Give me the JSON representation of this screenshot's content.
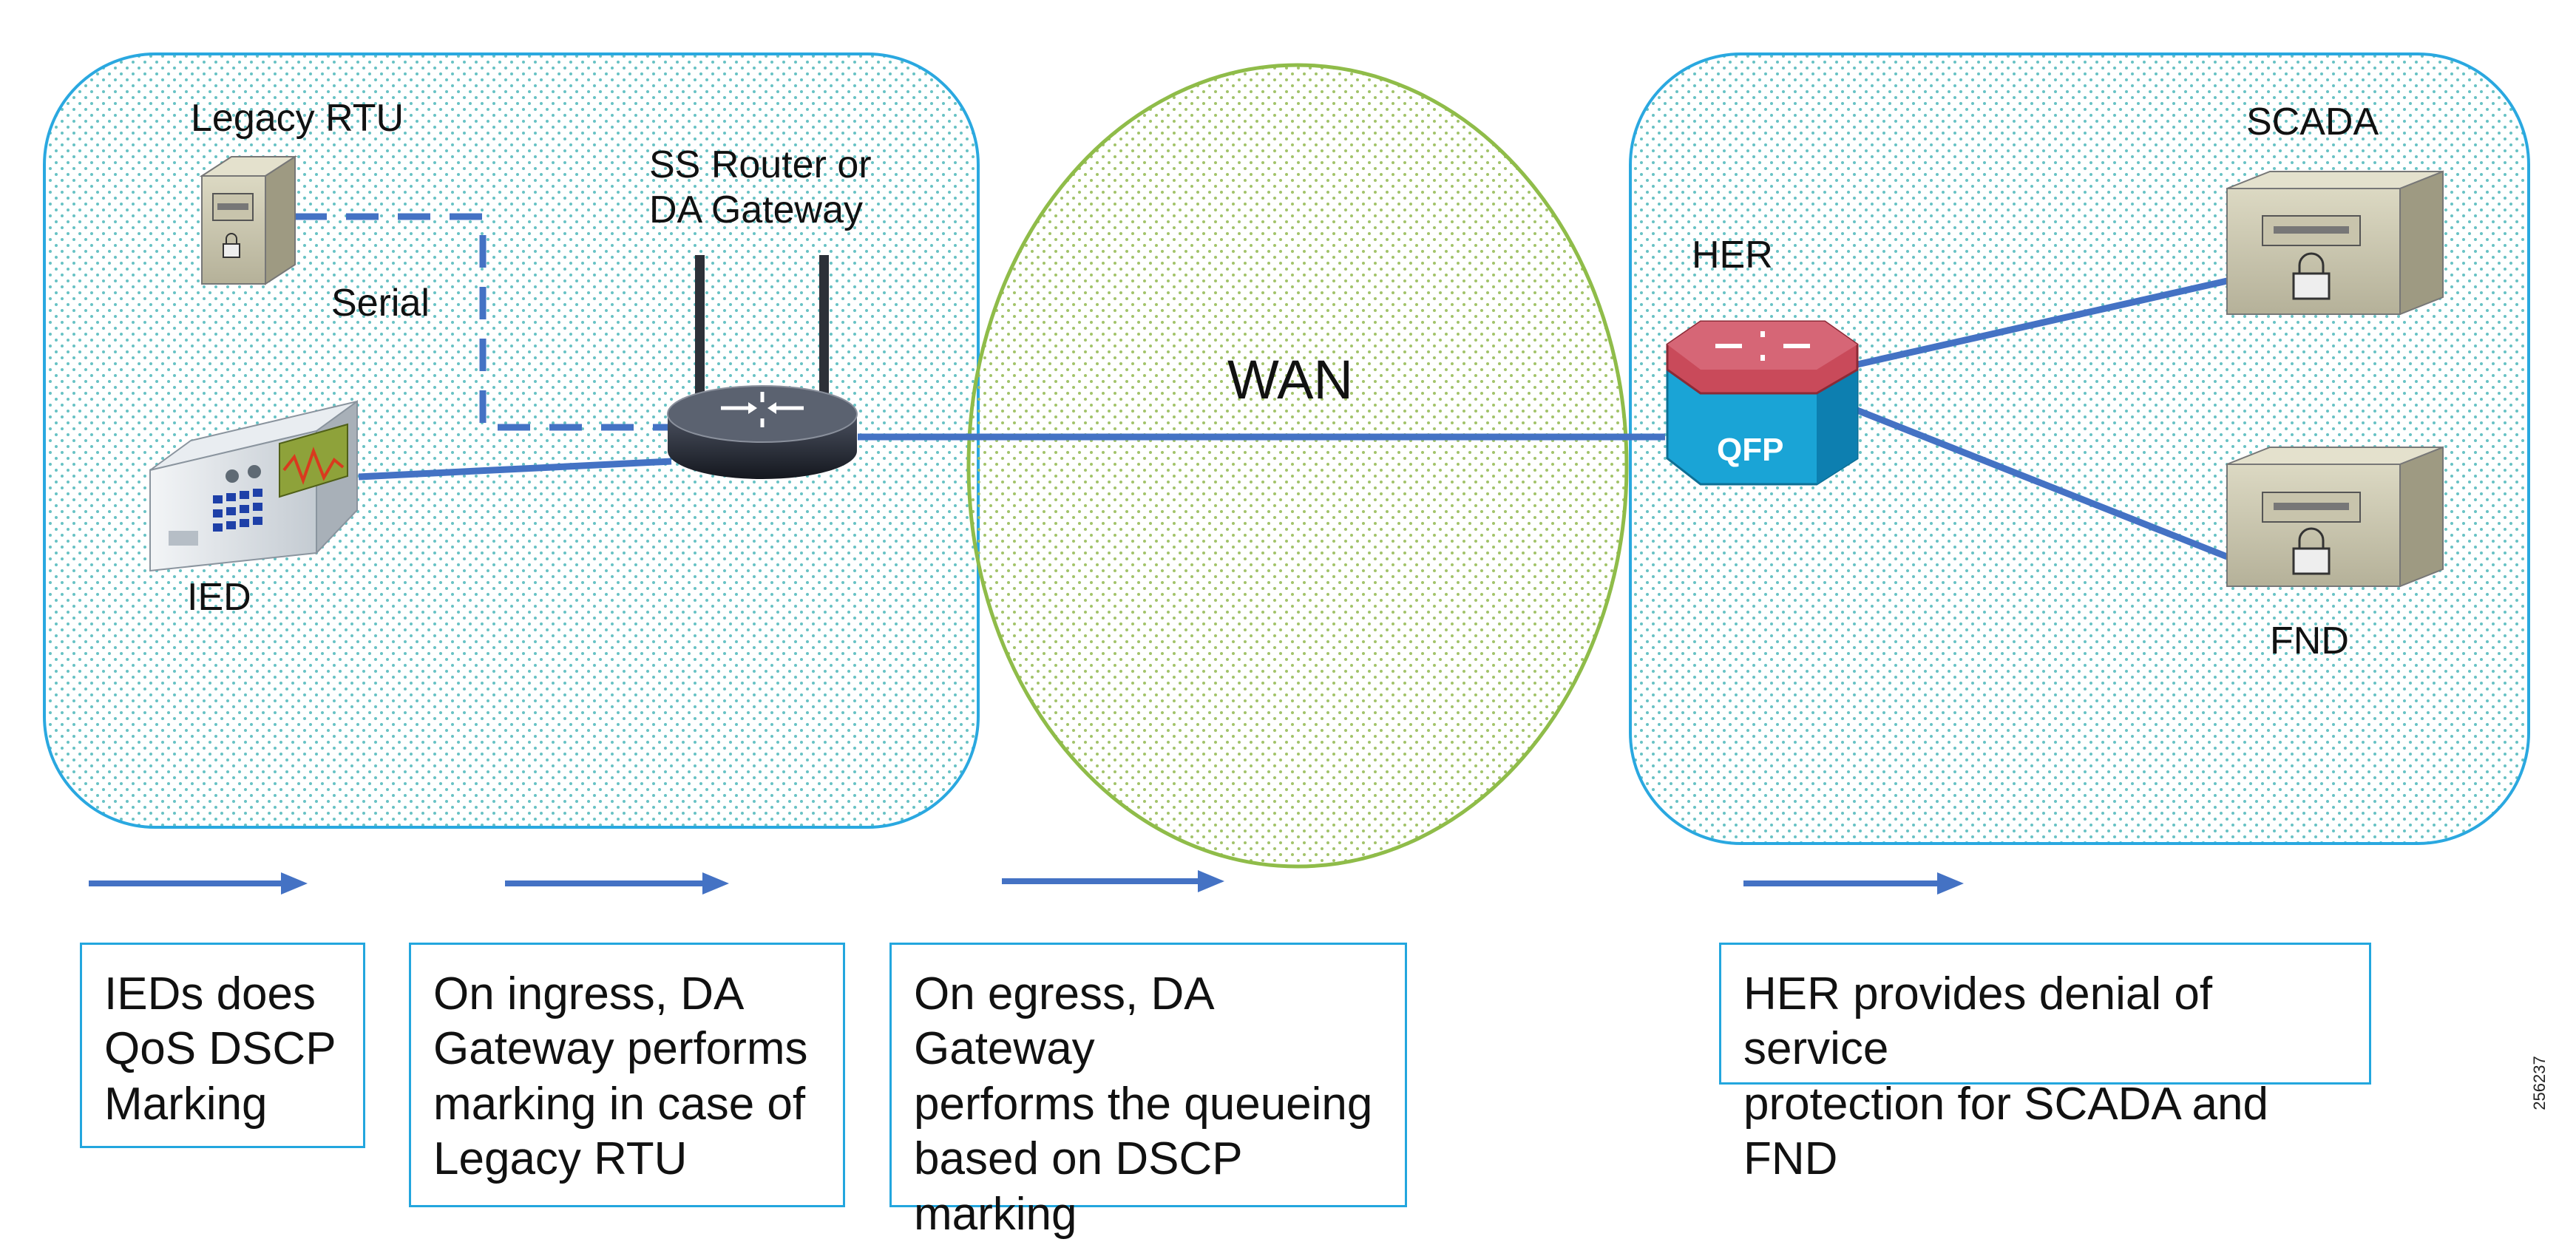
{
  "labels": {
    "legacy_rtu": "Legacy RTU",
    "serial": "Serial",
    "ied": "IED",
    "ss_router": "SS Router or\nDA Gateway",
    "wan": "WAN",
    "her": "HER",
    "qfp": "QFP",
    "scada": "SCADA",
    "fnd": "FND"
  },
  "notes": [
    "IEDs does\nQoS DSCP\nMarking",
    "On ingress, DA\nGateway performs\nmarking in case of\nLegacy RTU",
    "On egress, DA Gateway\nperforms the queueing\nbased on DSCP\nmarking",
    "HER provides denial of service\nprotection for SCADA and FND"
  ],
  "figure_number": "256237",
  "colors": {
    "zone_border": "#2aa8e0",
    "zone_dots": "#68c2c4",
    "wan_border": "#8fbc49",
    "wan_dots": "#a2c36a",
    "link": "#4472c4",
    "note_border": "#23a6de",
    "her_top": "#c94a5a",
    "her_side": "#1aa4d6"
  },
  "icons": {
    "legacy_rtu": "server-lock-icon",
    "ied": "ied-device-icon",
    "router": "router-icon",
    "her": "qfp-router-icon",
    "scada": "server-lock-icon",
    "fnd": "server-lock-icon"
  }
}
